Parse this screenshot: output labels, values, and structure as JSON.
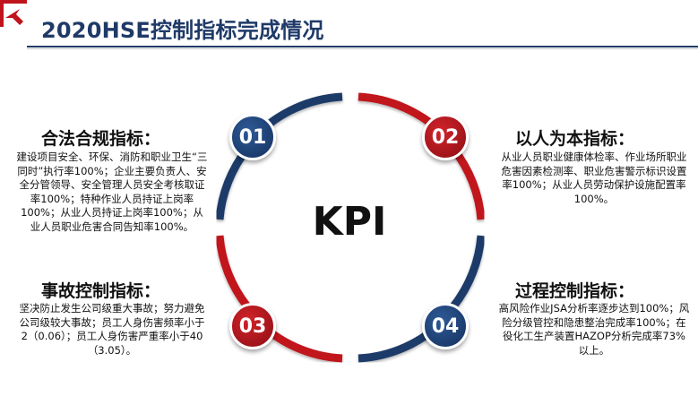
{
  "page": {
    "title": "2020HSE控制指标完成情况"
  },
  "center": {
    "label": "KPI"
  },
  "badges": {
    "b1": "01",
    "b2": "02",
    "b3": "03",
    "b4": "04"
  },
  "sections": {
    "legal": {
      "heading": "合法合规指标：",
      "body": "建设项目安全、环保、消防和职业卫生“三同时”执行率100%；企业主要负责人、安全分管领导、安全管理人员安全考核取证率100%；特种作业人员持证上岗率100%；从业人员持证上岗率100%；从业人员职业危害合同告知率100%。"
    },
    "people": {
      "heading": "以人为本指标：",
      "body": "从业人员职业健康体检率、作业场所职业危害因素检测率、职业危害警示标识设置率100%；从业人员劳动保护设施配置率100%。"
    },
    "accident": {
      "heading": "事故控制指标：",
      "body": "坚决防止发生公司级重大事故；努力避免公司级较大事故；员工人身伤害频率小于2（0.06）；员工人身伤害严重率小于40（3.05）。"
    },
    "process": {
      "heading": "过程控制指标：",
      "body": "高风险作业JSA分析率逐步达到100%；风险分级管控和隐患整治完成率100%；在役化工生产装置HAZOP分析完成率73%以上。"
    }
  },
  "colors": {
    "navy": "#1f3a68",
    "red": "#c0141c"
  }
}
